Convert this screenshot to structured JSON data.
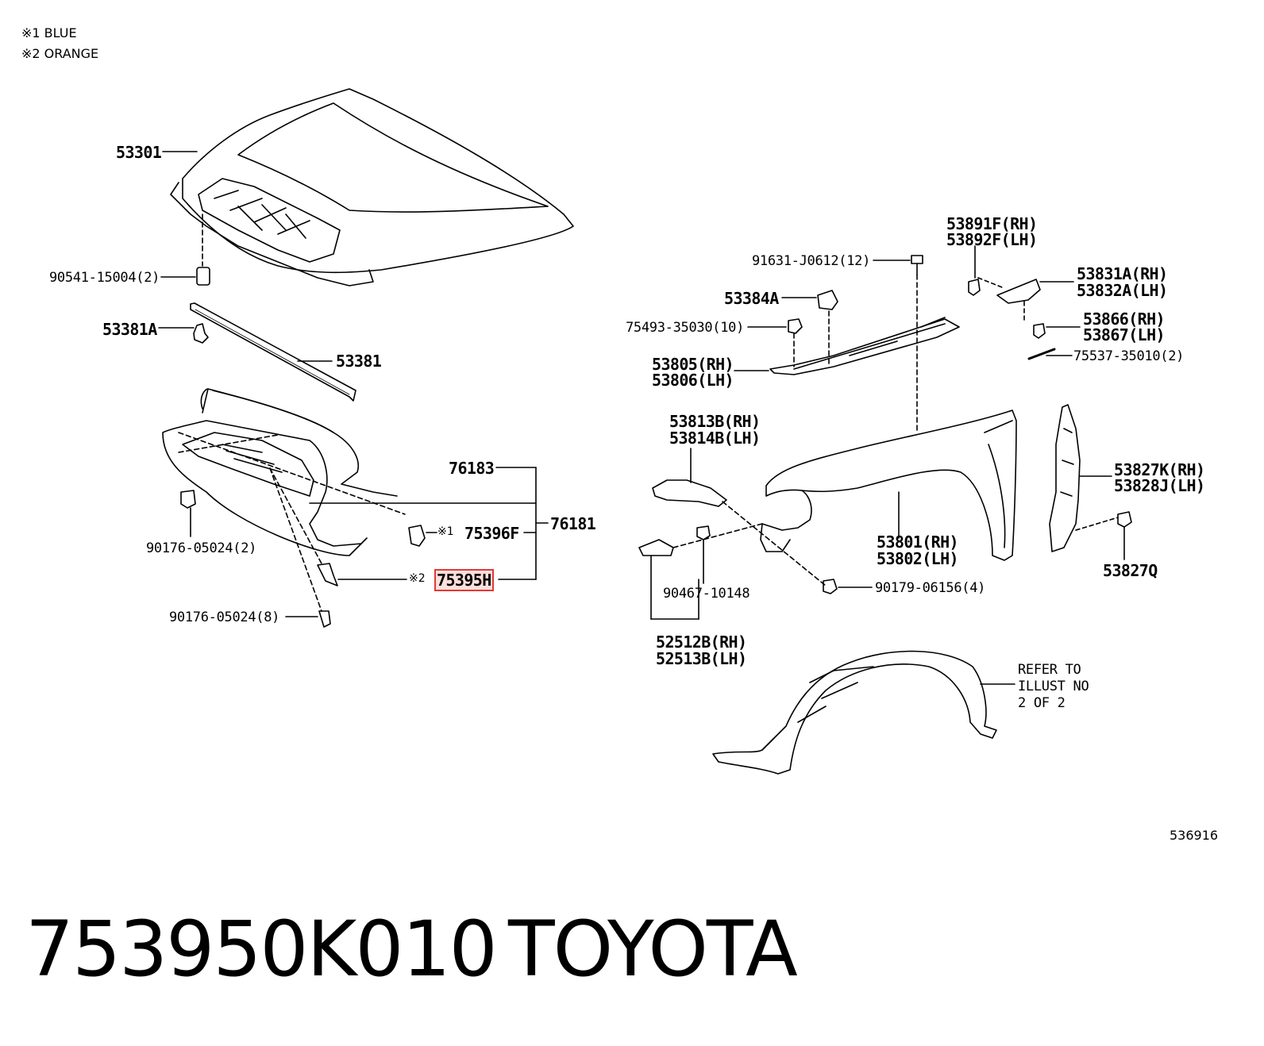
{
  "legend": [
    "※1 BLUE",
    "※2 ORANGE"
  ],
  "labels": {
    "hood": "53301",
    "hood_cushion": "90541-15004(2)",
    "clip_53381A": "53381A",
    "seal_53381": "53381",
    "scoop_76183": "76183",
    "scoop_76181": "76181",
    "clip_75396F": "75396F",
    "clip_75395H": "75395H",
    "mark1": "※1",
    "mark2": "※2",
    "clip_90176_2": "90176-05024(2)",
    "clip_90176_8": "90176-05024(8)",
    "bolt_91631": "91631-J0612(12)",
    "cushion_53384A": "53384A",
    "clip_75493": "75493-35030(10)",
    "bracket_rh": "53805(RH)",
    "bracket_lh": "53806(LH)",
    "part_53891F": "53891F(RH)",
    "part_53892F": "53892F(LH)",
    "part_53831A": "53831A(RH)",
    "part_53832A": "53832A(LH)",
    "part_53866": "53866(RH)",
    "part_53867": "53867(LH)",
    "clip_75537": "75537-35010(2)",
    "part_53813B": "53813B(RH)",
    "part_53814B": "53814B(LH)",
    "fender_rh": "53801(RH)",
    "fender_lh": "53802(LH)",
    "part_53827K": "53827K(RH)",
    "part_53828J": "53828J(LH)",
    "clip_53827Q": "53827Q",
    "clip_90467": "90467-10148",
    "clip_90179": "90179-06156(4)",
    "part_52512B": "52512B(RH)",
    "part_52513B": "52513B(LH)",
    "refer_1": "REFER TO",
    "refer_2": "ILLUST NO",
    "refer_3": "2 OF 2"
  },
  "illustration_id": "536916",
  "footer": {
    "part_number": "753950K010",
    "brand": "TOYOTA"
  },
  "colors": {
    "line": "#000000",
    "highlight_border": "#e53935",
    "highlight_fill": "#fde0dc"
  }
}
